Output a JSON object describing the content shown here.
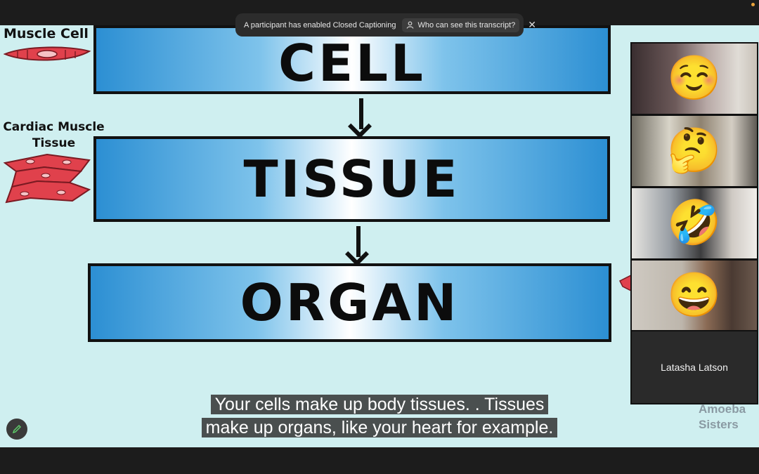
{
  "banner": {
    "message": "A participant has enabled Closed Captioning",
    "who_label": "Who can see this transcript?"
  },
  "slide": {
    "left_labels": {
      "muscle_cell": "Muscle Cell",
      "cardiac_line1": "Cardiac Muscle",
      "cardiac_line2": "Tissue"
    },
    "boxes": {
      "cell": "CELL",
      "tissue": "TISSUE",
      "organ": "ORGAN"
    },
    "watermark_line1": "Amoeba",
    "watermark_line2": "Sisters"
  },
  "caption": {
    "line1": "Your cells make up body tissues. . Tissues",
    "line2": "make up organs, like your heart for example."
  },
  "participants": [
    {
      "emoji": "☺️",
      "icon": "smiling-face-icon"
    },
    {
      "emoji": "🤔",
      "icon": "thinking-face-icon"
    },
    {
      "emoji": "🤣",
      "icon": "rolling-laughing-face-icon"
    },
    {
      "emoji": "😄",
      "icon": "grinning-face-icon"
    }
  ],
  "name_tile": {
    "name": "Latasha Latson"
  },
  "colors": {
    "box_blue": "#2c8fd3",
    "slide_bg": "#cfeff0",
    "muscle_red": "#e0414c",
    "status_dot": "#e8a23a"
  }
}
